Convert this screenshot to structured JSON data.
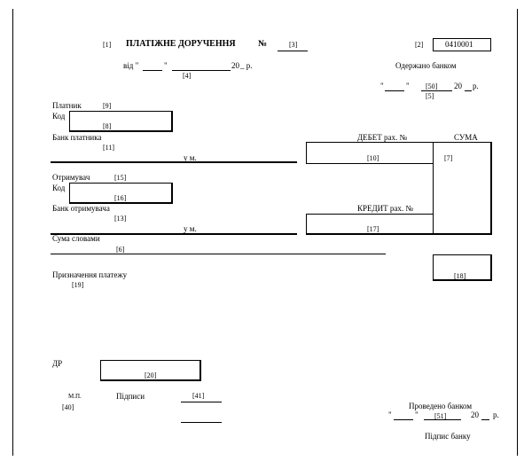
{
  "header": {
    "n1": "[1]",
    "title": "ПЛАТІЖНЕ ДОРУЧЕННЯ",
    "number_sign": "№",
    "n3": "[3]",
    "n2": "[2]",
    "form_code": "0410001",
    "date_from": "від \"",
    "date_q1": "\"",
    "year_prefix": "20",
    "year_suffix": "_ р.",
    "n4": "[4]",
    "received_label": "Одержано банком",
    "recv_q1": "\"",
    "recv_q2": "\"",
    "n50": "[50]",
    "recv_year": "20",
    "recv_year_suffix": "р.",
    "n5": "[5]"
  },
  "payer": {
    "label": "Платник",
    "n9": "[9]",
    "code_label": "Код",
    "n8": "[8]",
    "bank_label": "Банк платника",
    "n11": "[11]",
    "city": "у м.",
    "debit_label": "ДЕБЕТ рах. №",
    "sum_label": "СУМА",
    "n10": "[10]",
    "n7": "[7]"
  },
  "receiver": {
    "label": "Отримувач",
    "n15": "[15]",
    "code_label": "Код",
    "n16": "[16]",
    "bank_label": "Банк отримувача",
    "n13": "[13]",
    "credit_label": "КРЕДИТ рах. №",
    "city": "у м.",
    "n17": "[17]"
  },
  "amount": {
    "words_label": "Сума словами",
    "n6": "[6]"
  },
  "purpose": {
    "label": "Призначення платежу",
    "n19": "[19]",
    "n18": "[18]"
  },
  "footer": {
    "dr_label": "ДР",
    "n20": "[20]",
    "mp": "М.П.",
    "n40": "[40]",
    "signatures_label": "Підписи",
    "n41": "[41]",
    "processed_label": "Проведено банком",
    "proc_q1": "\"",
    "proc_q2": "\"",
    "n51": "[51]",
    "proc_year": "20",
    "proc_year_suffix": "р.",
    "bank_signature": "Підпис банку"
  }
}
